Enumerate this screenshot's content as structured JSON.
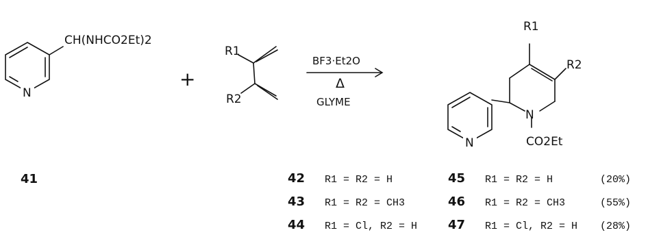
{
  "reactant": {
    "substituent": "CH(NHCO2Et)2",
    "ring_atom": "N"
  },
  "plus_sign": "+",
  "diene": {
    "r1": "R1",
    "r2": "R2"
  },
  "conditions": {
    "reagent": "BF3·Et2O",
    "heat": "Δ",
    "solvent": "GLYME"
  },
  "product": {
    "r1": "R1",
    "r2": "R2",
    "ring_n": "N",
    "pyridine_n": "N",
    "carbamate": "CO2Et"
  },
  "compounds": {
    "c41": {
      "num": "41"
    },
    "dienes": [
      {
        "num": "42",
        "sub": "R1 = R2 = H"
      },
      {
        "num": "43",
        "sub": "R1 = R2 = CH3"
      },
      {
        "num": "44",
        "sub": "R1 = Cl, R2 = H"
      }
    ],
    "products": [
      {
        "num": "45",
        "sub": "R1 = R2 = H",
        "yield": "(20%)"
      },
      {
        "num": "46",
        "sub": "R1 = R2 = CH3",
        "yield": "(55%)"
      },
      {
        "num": "47",
        "sub": "R1 = Cl, R2 = H",
        "yield": "(28%)"
      }
    ]
  }
}
